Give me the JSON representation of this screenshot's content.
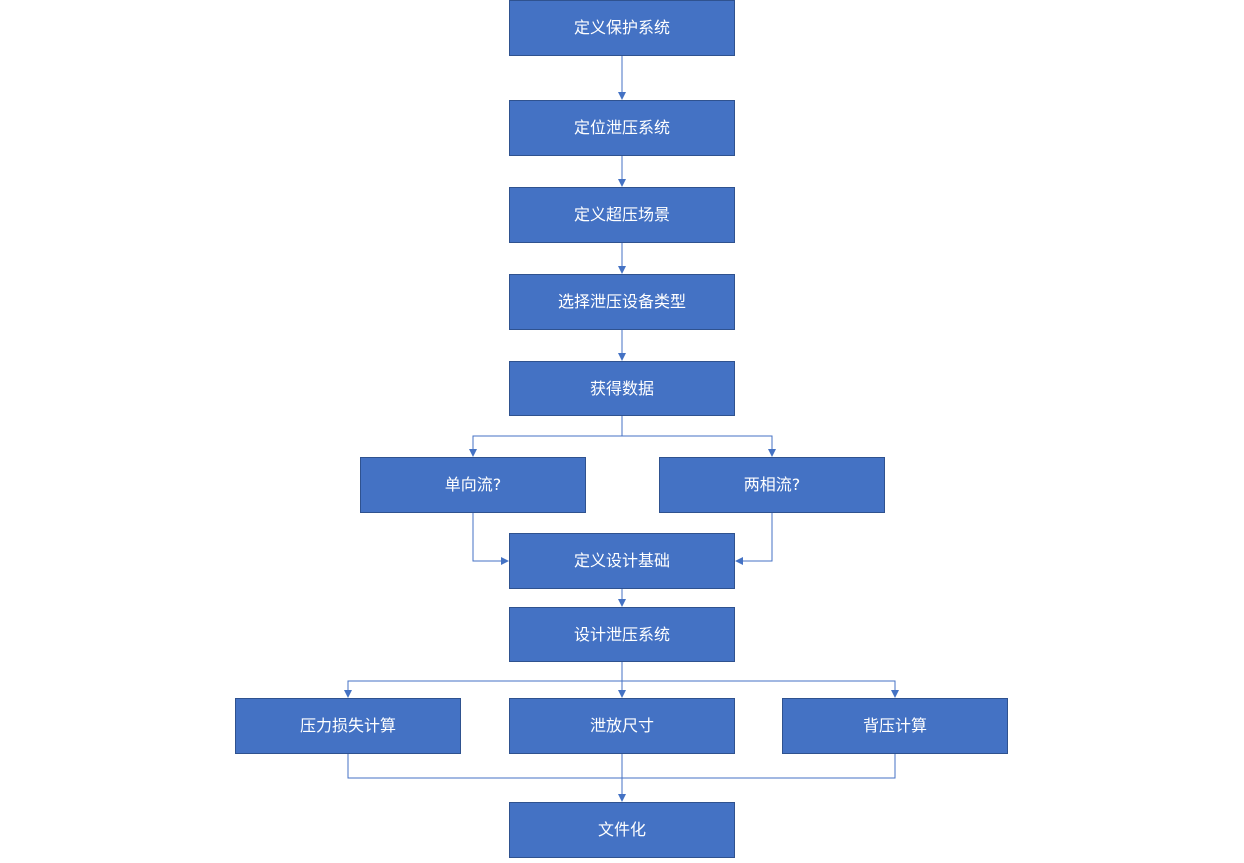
{
  "flowchart": {
    "nodes": [
      {
        "id": "define-protection-system",
        "label": "定义保护系统"
      },
      {
        "id": "locate-relief-system",
        "label": "定位泄压系统"
      },
      {
        "id": "define-overpressure-scenario",
        "label": "定义超压场景"
      },
      {
        "id": "select-relief-device-type",
        "label": "选择泄压设备类型"
      },
      {
        "id": "obtain-data",
        "label": "获得数据"
      },
      {
        "id": "single-phase-flow",
        "label": "单向流?"
      },
      {
        "id": "two-phase-flow",
        "label": "两相流?"
      },
      {
        "id": "define-design-basis",
        "label": "定义设计基础"
      },
      {
        "id": "design-relief-system",
        "label": "设计泄压系统"
      },
      {
        "id": "pressure-loss-calculation",
        "label": "压力损失计算"
      },
      {
        "id": "relief-sizing",
        "label": "泄放尺寸"
      },
      {
        "id": "back-pressure-calculation",
        "label": "背压计算"
      },
      {
        "id": "documentation",
        "label": "文件化"
      }
    ],
    "edges": [
      {
        "from": "define-protection-system",
        "to": "locate-relief-system"
      },
      {
        "from": "locate-relief-system",
        "to": "define-overpressure-scenario"
      },
      {
        "from": "define-overpressure-scenario",
        "to": "select-relief-device-type"
      },
      {
        "from": "select-relief-device-type",
        "to": "obtain-data"
      },
      {
        "from": "obtain-data",
        "to": "single-phase-flow"
      },
      {
        "from": "obtain-data",
        "to": "two-phase-flow"
      },
      {
        "from": "single-phase-flow",
        "to": "define-design-basis"
      },
      {
        "from": "two-phase-flow",
        "to": "define-design-basis"
      },
      {
        "from": "define-design-basis",
        "to": "design-relief-system"
      },
      {
        "from": "design-relief-system",
        "to": "pressure-loss-calculation"
      },
      {
        "from": "design-relief-system",
        "to": "relief-sizing"
      },
      {
        "from": "design-relief-system",
        "to": "back-pressure-calculation"
      },
      {
        "from": "pressure-loss-calculation",
        "to": "documentation"
      },
      {
        "from": "relief-sizing",
        "to": "documentation"
      },
      {
        "from": "back-pressure-calculation",
        "to": "documentation"
      }
    ]
  }
}
